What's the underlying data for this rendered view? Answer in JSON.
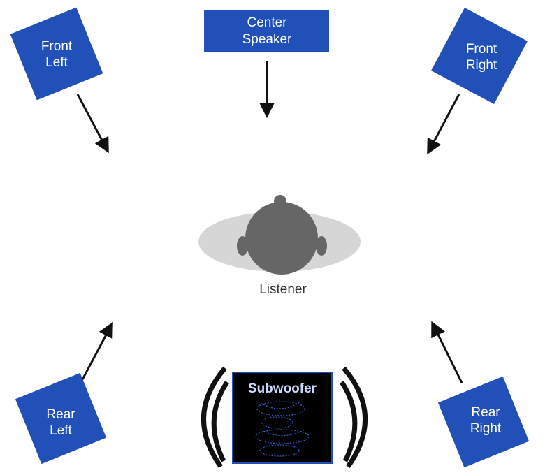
{
  "colors": {
    "speaker_fill": "#2150b8",
    "speaker_text": "#ffffff",
    "listener_ellipse": "#d6d6d6",
    "listener_head": "#666666",
    "subwoofer_fill": "#000000",
    "subwoofer_border": "#2150b8",
    "subwoofer_pattern": "#3a5fd8"
  },
  "speakers": {
    "front_left": {
      "line1": "Front",
      "line2": "Left"
    },
    "center": {
      "line1": "Center",
      "line2": "Speaker"
    },
    "front_right": {
      "line1": "Front",
      "line2": "Right"
    },
    "rear_left": {
      "line1": "Rear",
      "line2": "Left"
    },
    "rear_right": {
      "line1": "Rear",
      "line2": "Right"
    }
  },
  "listener": {
    "label": "Listener"
  },
  "subwoofer": {
    "label": "Subwoofer"
  }
}
